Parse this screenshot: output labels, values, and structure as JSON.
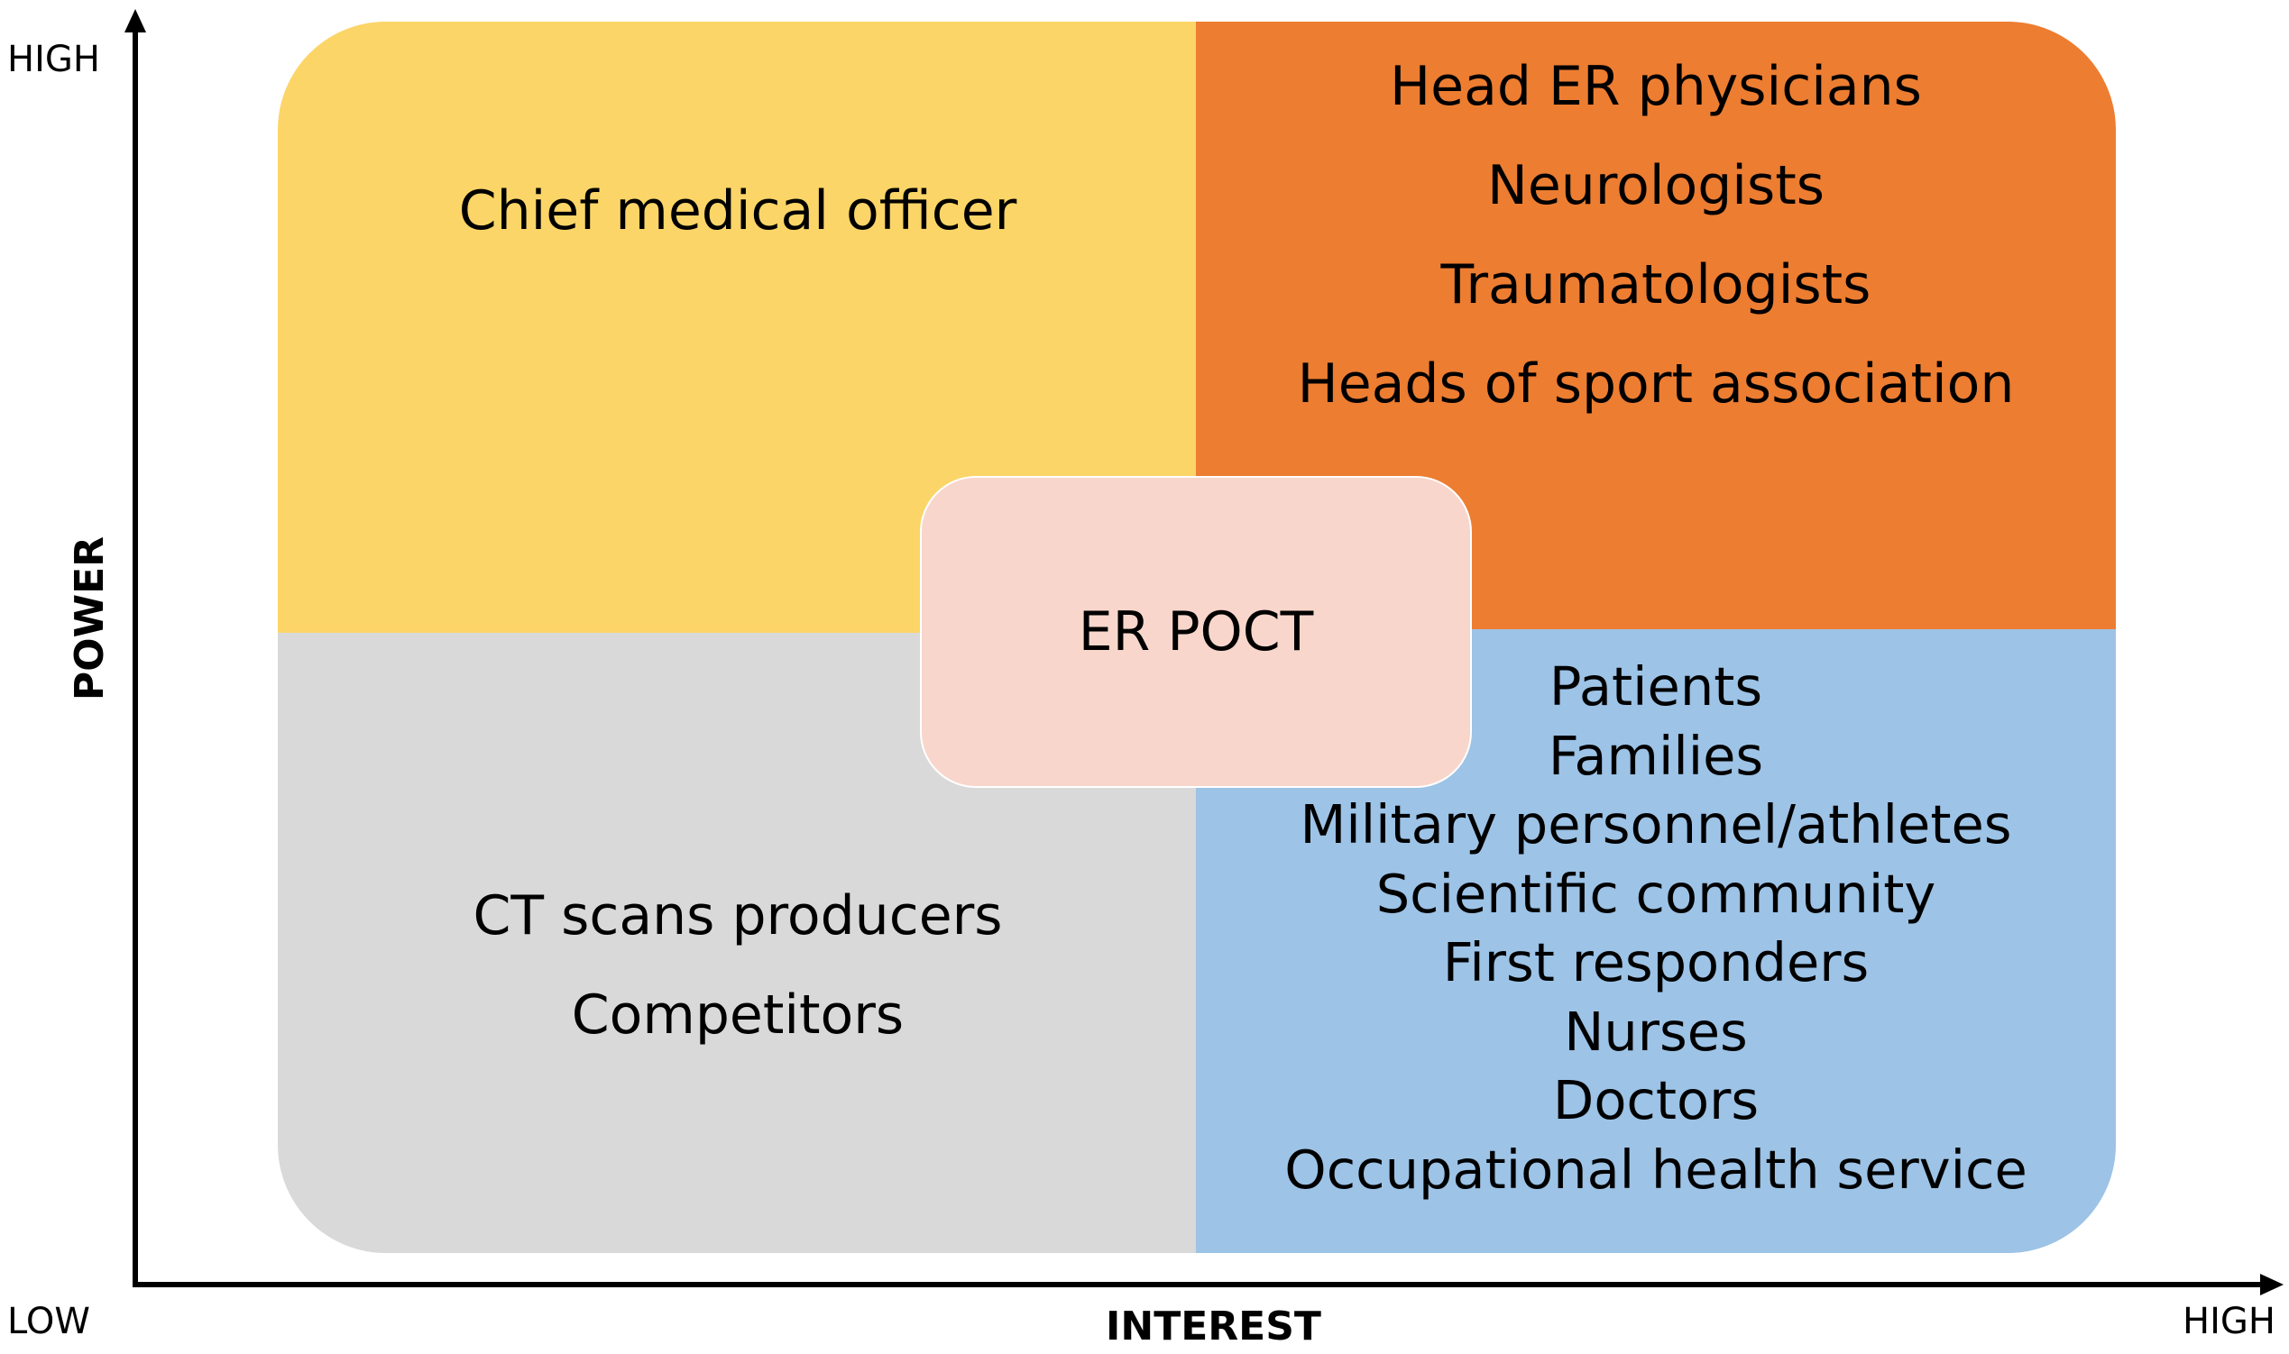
{
  "axes": {
    "y_title": "POWER",
    "x_title": "INTEREST",
    "y_high": "HIGH",
    "origin_low": "LOW",
    "x_high": "HIGH"
  },
  "quadrants": {
    "high_power_low_interest": {
      "color": "#fbd567",
      "items": [
        "Chief medical officer"
      ]
    },
    "high_power_high_interest": {
      "color": "#ed7d31",
      "items": [
        "Head ER physicians",
        "Neurologists",
        "Traumatologists",
        "Heads of sport association"
      ]
    },
    "low_power_low_interest": {
      "color": "#d9d9d9",
      "items": [
        "CT scans producers",
        "Competitors"
      ]
    },
    "low_power_high_interest": {
      "color": "#9dc3e6",
      "items": [
        "Patients",
        "Families",
        "Military personnel/athletes",
        "Scientific community",
        "First responders",
        "Nurses",
        "Doctors",
        "Occupational health service"
      ]
    }
  },
  "center": {
    "label": "ER POCT",
    "color": "#f8d6cb"
  }
}
